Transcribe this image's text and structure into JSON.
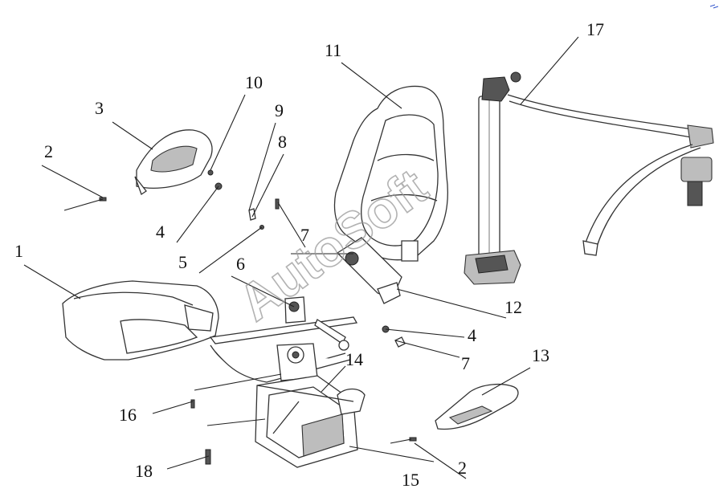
{
  "watermark": "AutoSoft",
  "callouts": [
    {
      "id": "c1",
      "text": "1"
    },
    {
      "id": "c2a",
      "text": "2"
    },
    {
      "id": "c2b",
      "text": "2"
    },
    {
      "id": "c3",
      "text": "3"
    },
    {
      "id": "c4a",
      "text": "4"
    },
    {
      "id": "c4b",
      "text": "4"
    },
    {
      "id": "c5",
      "text": "5"
    },
    {
      "id": "c6",
      "text": "6"
    },
    {
      "id": "c7a",
      "text": "7"
    },
    {
      "id": "c7b",
      "text": "7"
    },
    {
      "id": "c8",
      "text": "8"
    },
    {
      "id": "c9",
      "text": "9"
    },
    {
      "id": "c10",
      "text": "10"
    },
    {
      "id": "c11",
      "text": "11"
    },
    {
      "id": "c12",
      "text": "12"
    },
    {
      "id": "c13",
      "text": "13"
    },
    {
      "id": "c14",
      "text": "14"
    },
    {
      "id": "c15",
      "text": "15"
    },
    {
      "id": "c16",
      "text": "16"
    },
    {
      "id": "c17",
      "text": "17"
    },
    {
      "id": "c18",
      "text": "18"
    }
  ]
}
